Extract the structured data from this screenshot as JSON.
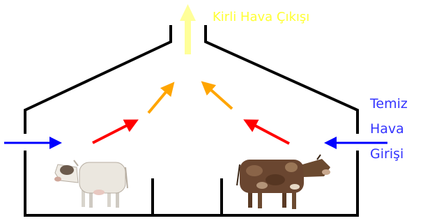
{
  "labels": {
    "exhaust": "Kirli Hava Çıkışı",
    "inlet_lines": [
      "Temiz",
      "Hava",
      "Girişi"
    ]
  },
  "colors": {
    "walls": "#000000",
    "exhaust_arrow": "#ffff99",
    "exhaust_text": "#ffff33",
    "inlet_arrow": "#0000ff",
    "inlet_text": "#3333ff",
    "warm_flow": "#ff0000",
    "rising_flow": "#ffa500"
  },
  "icons": {
    "left_animal": "white-cow",
    "right_animal": "brown-cow"
  }
}
